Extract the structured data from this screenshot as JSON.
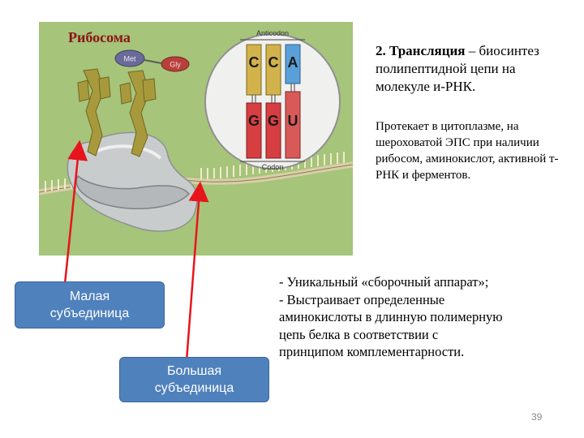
{
  "figure": {
    "label": "Рибосома",
    "anticodon_label": "Anticodon",
    "codon_label": "Codon",
    "amino_met": "Met",
    "amino_gly": "Gly",
    "anticodon_bases": [
      "C",
      "C",
      "A"
    ],
    "codon_bases": [
      "G",
      "G",
      "U"
    ]
  },
  "heading": {
    "number": "2. Трансляция",
    "rest": " – биосинтез полипептидной цепи на молекуле и-РНК."
  },
  "description": "Протекает в цитоплазме, на шероховатой ЭПС при наличии рибосом, аминокислот, активной т-РНК и ферментов.",
  "bullets": [
    "- Уникальный «сборочный аппарат»;",
    "- Выстраивает определенные",
    "аминокислоты в длинную полимерную",
    "цепь белка в соответствии с",
    "принципом комплементарности."
  ],
  "callouts": {
    "small": [
      "Малая",
      "субъединица"
    ],
    "large": [
      "Большая",
      "субъединица"
    ]
  },
  "page_number": "39",
  "colors": {
    "background_green": "#a6c47a",
    "callout_blue": "#4f81bd",
    "arrow_red": "#e8141b",
    "base_C": "#d2b24a",
    "base_A": "#5aa0d8",
    "base_G": "#d63e42",
    "base_U": "#d85a58"
  }
}
